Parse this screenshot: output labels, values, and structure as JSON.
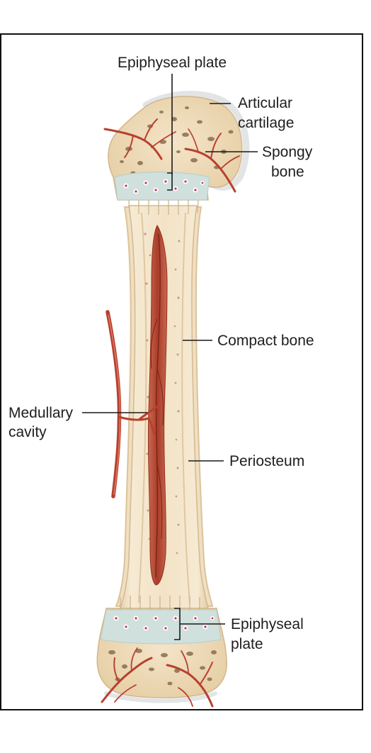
{
  "labels": {
    "epiphyseal_plate_top": "Epiphyseal plate",
    "articular_cartilage_line1": "Articular",
    "articular_cartilage_line2": "cartilage",
    "spongy_bone_line1": "Spongy",
    "spongy_bone_line2": "bone",
    "compact_bone": "Compact bone",
    "medullary_cavity_line1": "Medullary",
    "medullary_cavity_line2": "cavity",
    "periosteum": "Periosteum",
    "epiphyseal_plate_bottom_line1": "Epiphyseal",
    "epiphyseal_plate_bottom_line2": "plate"
  },
  "colors": {
    "bone": "#f1e1c6",
    "bone_edge": "#d9bf98",
    "cartilage": "#cfe0dd",
    "cartilage_cells": "#c9345a",
    "marrow": "#b54a36",
    "vessel": "#b8402f",
    "frame": "#111111"
  }
}
